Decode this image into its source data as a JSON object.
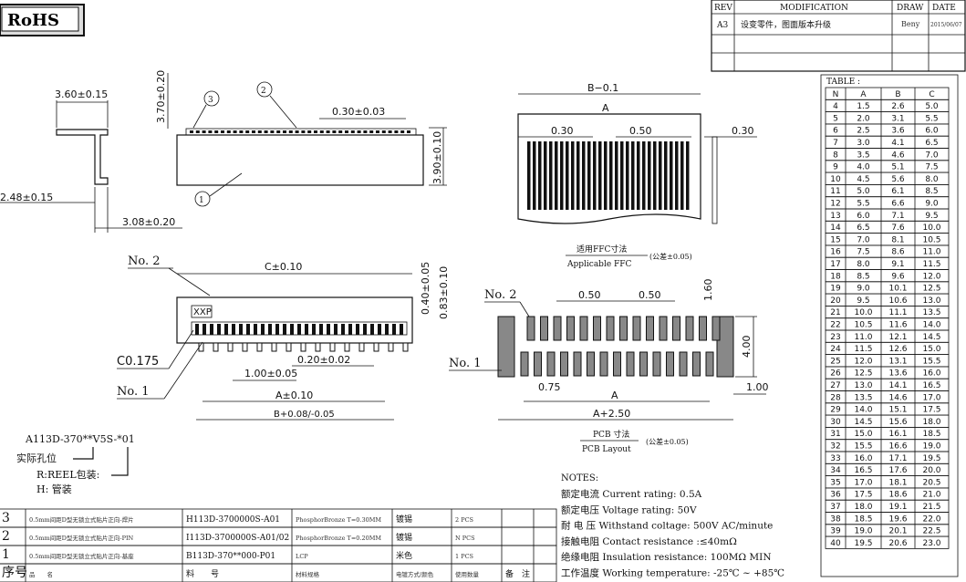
{
  "logo": "RoHS",
  "revision_block": {
    "headers": [
      "REV",
      "MODIFICATION",
      "DRAW",
      "DATE"
    ],
    "rows": [
      [
        "A3",
        "设变零件，图面版本升级",
        "Beny",
        "2015/06/07"
      ]
    ]
  },
  "side_view": {
    "top_width": "3.60±0.15",
    "left_offset": "2.48±0.15",
    "bottom_offset": "3.08±0.20"
  },
  "front_view": {
    "height_top": "3.70±0.20",
    "callout_3": "3",
    "callout_2": "2",
    "callout_1": "1",
    "pitch": "0.30±0.03",
    "height": "3.90±0.10"
  },
  "ffc": {
    "width_label": "B−0.1",
    "a_label": "A",
    "edge": "0.30",
    "pitch": "0.50",
    "thickness": "0.30",
    "caption_cn": "适用FFC寸法",
    "caption_en": "Applicable FFC",
    "tolerance": "(公差±0.05)"
  },
  "top_view": {
    "no2": "No. 2",
    "c_label": "C±0.10",
    "marking": "XXP",
    "dim_040": "0.40±0.05",
    "dim_083": "0.83±0.10",
    "chamfer": "C0.175",
    "no1": "No. 1",
    "pin_width": "0.20±0.02",
    "pitch": "1.00±0.05",
    "a_label": "A±0.10",
    "b_label": "B+0.08/-0.05"
  },
  "pcb": {
    "no2": "No. 2",
    "no1": "No. 1",
    "pitch1": "0.50",
    "pitch2": "0.50",
    "pad_len": "1.60",
    "height": "4.00",
    "offset": "0.75",
    "a_label": "A",
    "a_plus": "A+2.50",
    "edge": "1.00",
    "caption_cn": "PCB 寸法",
    "caption_en": "PCB Layout",
    "tolerance": "(公差±0.05)"
  },
  "part_number": {
    "code": "A113D-370**V5S-*01",
    "hole_label": "实际孔位",
    "reel": "R:REEL包装:",
    "tube": "H: 管装"
  },
  "table": {
    "title": "TABLE :",
    "headers": [
      "N",
      "A",
      "B",
      "C"
    ],
    "rows": [
      [
        "4",
        "1.5",
        "2.6",
        "5.0"
      ],
      [
        "5",
        "2.0",
        "3.1",
        "5.5"
      ],
      [
        "6",
        "2.5",
        "3.6",
        "6.0"
      ],
      [
        "7",
        "3.0",
        "4.1",
        "6.5"
      ],
      [
        "8",
        "3.5",
        "4.6",
        "7.0"
      ],
      [
        "9",
        "4.0",
        "5.1",
        "7.5"
      ],
      [
        "10",
        "4.5",
        "5.6",
        "8.0"
      ],
      [
        "11",
        "5.0",
        "6.1",
        "8.5"
      ],
      [
        "12",
        "5.5",
        "6.6",
        "9.0"
      ],
      [
        "13",
        "6.0",
        "7.1",
        "9.5"
      ],
      [
        "14",
        "6.5",
        "7.6",
        "10.0"
      ],
      [
        "15",
        "7.0",
        "8.1",
        "10.5"
      ],
      [
        "16",
        "7.5",
        "8.6",
        "11.0"
      ],
      [
        "17",
        "8.0",
        "9.1",
        "11.5"
      ],
      [
        "18",
        "8.5",
        "9.6",
        "12.0"
      ],
      [
        "19",
        "9.0",
        "10.1",
        "12.5"
      ],
      [
        "20",
        "9.5",
        "10.6",
        "13.0"
      ],
      [
        "21",
        "10.0",
        "11.1",
        "13.5"
      ],
      [
        "22",
        "10.5",
        "11.6",
        "14.0"
      ],
      [
        "23",
        "11.0",
        "12.1",
        "14.5"
      ],
      [
        "24",
        "11.5",
        "12.6",
        "15.0"
      ],
      [
        "25",
        "12.0",
        "13.1",
        "15.5"
      ],
      [
        "26",
        "12.5",
        "13.6",
        "16.0"
      ],
      [
        "27",
        "13.0",
        "14.1",
        "16.5"
      ],
      [
        "28",
        "13.5",
        "14.6",
        "17.0"
      ],
      [
        "29",
        "14.0",
        "15.1",
        "17.5"
      ],
      [
        "30",
        "14.5",
        "15.6",
        "18.0"
      ],
      [
        "31",
        "15.0",
        "16.1",
        "18.5"
      ],
      [
        "32",
        "15.5",
        "16.6",
        "19.0"
      ],
      [
        "33",
        "16.0",
        "17.1",
        "19.5"
      ],
      [
        "34",
        "16.5",
        "17.6",
        "20.0"
      ],
      [
        "35",
        "17.0",
        "18.1",
        "20.5"
      ],
      [
        "36",
        "17.5",
        "18.6",
        "21.0"
      ],
      [
        "37",
        "18.0",
        "19.1",
        "21.5"
      ],
      [
        "38",
        "18.5",
        "19.6",
        "22.0"
      ],
      [
        "39",
        "19.0",
        "20.1",
        "22.5"
      ],
      [
        "40",
        "19.5",
        "20.6",
        "23.0"
      ]
    ]
  },
  "notes": {
    "title": "NOTES:",
    "items": [
      "额定电流 Current rating: 0.5A",
      "额定电压 Voltage rating: 50V",
      "耐 电 压 Withstand coltage: 500V AC/minute",
      "接触电阻 Contact resistance :≤40mΩ",
      "绝缘电阻 Insulation resistance: 100MΩ MIN",
      "工作温度 Working temperature: -25℃ ~ +85℃"
    ]
  },
  "bom": {
    "rows": [
      [
        "3",
        "0.5mm间距D型无锁立式贴片正向-焊片",
        "H113D-3700000S-A01",
        "PhosphorBronze T=0.30MM",
        "镀锡",
        "2 PCS",
        ""
      ],
      [
        "2",
        "0.5mm间距D型无锁立式贴片正向-PIN",
        "I113D-3700000S-A01/02",
        "PhosphorBronze T=0.20MM",
        "镀锡",
        "N PCS",
        ""
      ],
      [
        "1",
        "0.5mm间距D型无锁立式贴片正向-基座",
        "B113D-370**000-P01",
        "LCP",
        "米色",
        "1 PCS",
        ""
      ]
    ],
    "headers": [
      "序号",
      "品　　名",
      "料　　号",
      "材料规格",
      "电镀方式/颜色",
      "使用数量",
      "备　注"
    ]
  }
}
